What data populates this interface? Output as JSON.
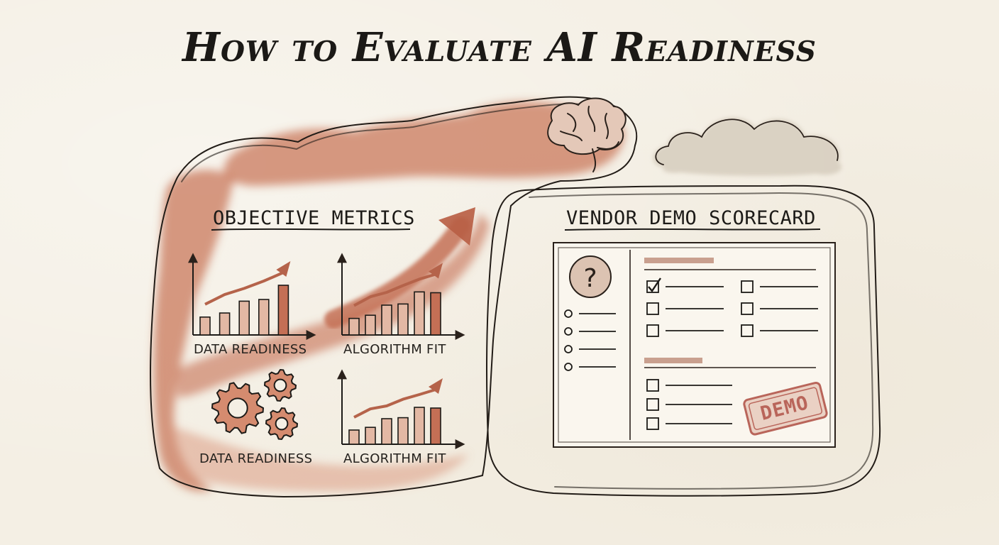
{
  "title": "How to Evaluate AI Readiness",
  "left_panel": {
    "heading": "OBJECTIVE METRICS",
    "cells": [
      {
        "caption": "DATA READINESS",
        "graphic": "bar-chart-arrow",
        "bars": 5
      },
      {
        "caption": "ALGORITHM FIT",
        "graphic": "bar-chart-arrow",
        "bars": 6
      },
      {
        "caption": "DATA READINESS",
        "graphic": "gears-icon"
      },
      {
        "caption": "ALGORITHM FIT",
        "graphic": "bar-chart-arrow",
        "bars": 6
      }
    ]
  },
  "right_panel": {
    "heading": "VENDOR DEMO SCORECARD",
    "sidebar_icon": "question-mark-icon",
    "sidebar_bullets": 4,
    "checklist": {
      "section_one_left": [
        true,
        false,
        false
      ],
      "section_one_right": [
        false,
        false,
        false
      ],
      "section_two": [
        false,
        false,
        false
      ]
    },
    "stamp": "DEMO"
  },
  "decorations": {
    "brain_icon": "brain-icon",
    "cloud_icon": "cloud-icon",
    "big_arrow": "upward-trend-arrow-icon"
  },
  "colors": {
    "paper": "#f4efe4",
    "ink": "#1c1a17",
    "terracotta": "#c46f55",
    "terracotta_light": "#dba08a",
    "cloud_wash": "#d8cfc0",
    "stamp": "#b9655a"
  }
}
